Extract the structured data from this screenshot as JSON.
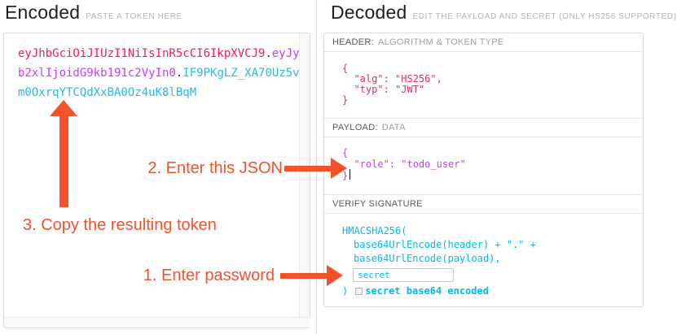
{
  "encoded": {
    "title": "Encoded",
    "subtitle": "PASTE A TOKEN HERE",
    "token": {
      "header": "eyJhbGciOiJIUzI1NiIsInR5cCI6IkpXVCJ9",
      "dot1": ".",
      "payload": "eyJyb2xlIjoidG9kb191c2VyIn0",
      "dot2": ".",
      "signature": "IF9PKgLZ_XA70Uz5vm0OxrqYTCQdXxBA0Oz4uK8lBqM"
    }
  },
  "decoded": {
    "title": "Decoded",
    "subtitle": "EDIT THE PAYLOAD AND SECRET (ONLY HS256 SUPPORTED)",
    "header_section": {
      "label": "HEADER:",
      "label_detail": "ALGORITHM & TOKEN TYPE",
      "json": "{\n  \"alg\": \"HS256\",\n  \"typ\": \"JWT\"\n}"
    },
    "payload_section": {
      "label": "PAYLOAD:",
      "label_detail": "DATA",
      "json": "{\n  \"role\": \"todo_user\"\n}"
    },
    "signature_section": {
      "label": "VERIFY SIGNATURE",
      "code_line1": "HMACSHA256(",
      "code_line2": "base64UrlEncode(header) + \".\" +",
      "code_line3": "base64UrlEncode(payload),",
      "secret_value": "secret",
      "code_close": ")",
      "checkbox_label": "secret base64 encoded"
    }
  },
  "annotations": {
    "step1": "1. Enter password",
    "step2": "2. Enter this JSON",
    "step3": "3. Copy the resulting token"
  },
  "colors": {
    "token_header": "#ec1e56",
    "token_payload": "#c63aff",
    "token_signature": "#2ab6f0",
    "annotation": "#f4512c",
    "code_red": "#ec2a5b",
    "code_purple": "#c63aff",
    "code_cyan": "#00b9f1"
  }
}
